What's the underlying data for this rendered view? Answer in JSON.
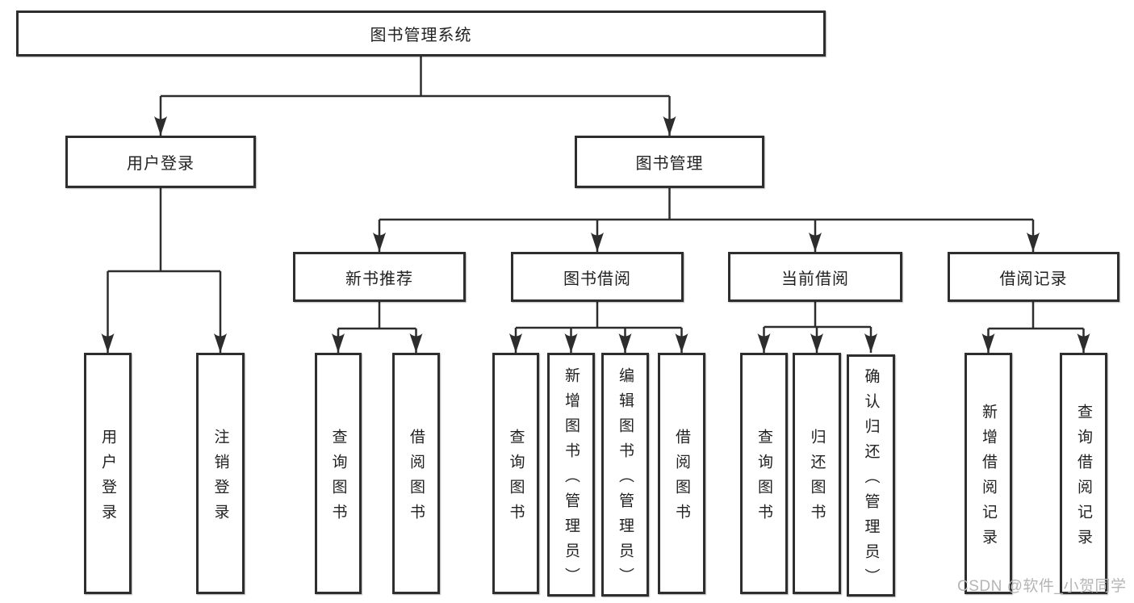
{
  "diagram": {
    "root": {
      "label": "图书管理系统"
    },
    "branches": [
      {
        "label": "用户登录",
        "leaves": [
          "用户登录",
          "注销登录"
        ]
      },
      {
        "label": "图书管理",
        "sections": [
          {
            "label": "新书推荐",
            "leaves": [
              "查询图书",
              "借阅图书"
            ]
          },
          {
            "label": "图书借阅",
            "leaves": [
              "查询图书",
              "新增图书（管理员）",
              "编辑图书（管理员）",
              "借阅图书"
            ]
          },
          {
            "label": "当前借阅",
            "leaves": [
              "查询图书",
              "归还图书",
              "确认归还（管理员）"
            ]
          },
          {
            "label": "借阅记录",
            "leaves": [
              "新增借阅记录",
              "查询借阅记录"
            ]
          }
        ]
      }
    ]
  },
  "watermark": {
    "text": "CSDN @软件_小贺同学"
  },
  "colors": {
    "line": "#2d2d2d",
    "box_border": "#2e2e2e",
    "box_fill": "#ffffff",
    "text": "#222222",
    "watermark": "#b5b5b5",
    "background": "#ffffff"
  }
}
